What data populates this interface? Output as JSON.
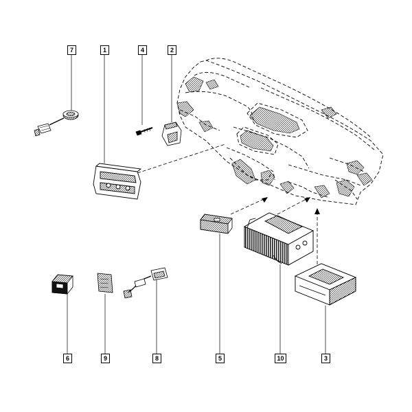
{
  "callouts": {
    "p7": "7",
    "p1": "1",
    "p4": "4",
    "p2": "2",
    "p6": "6",
    "p9": "9",
    "p8": "8",
    "p5": "5",
    "p10": "10",
    "p3": "3"
  }
}
